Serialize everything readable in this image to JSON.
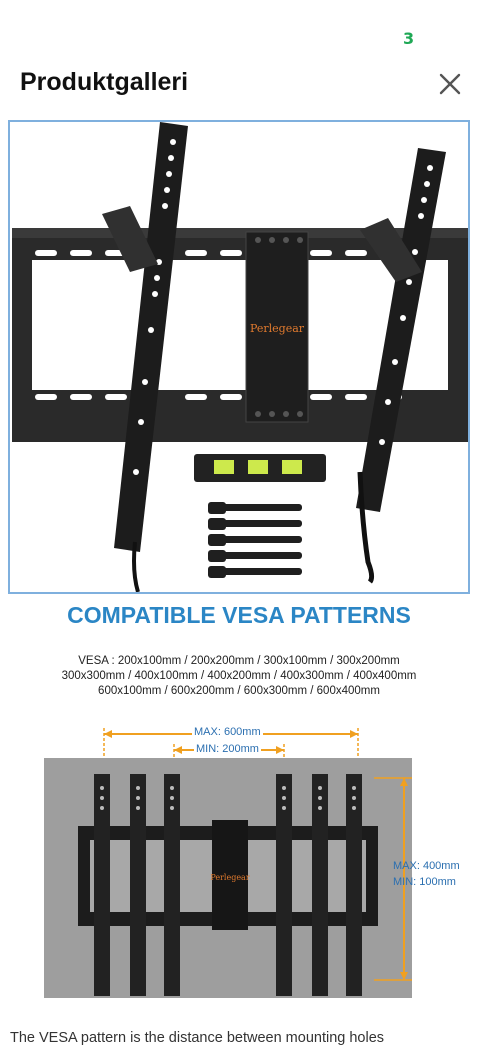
{
  "status": {
    "indicator": "3"
  },
  "header": {
    "title": "Produktgalleri",
    "close_icon": "close-icon"
  },
  "gallery": {
    "image1": {
      "brand": "Perlegear",
      "accessories": [
        "bubble-level",
        "cable-ties",
        "safety-strap"
      ]
    },
    "image2": {
      "title": "COMPATIBLE VESA PATTERNS",
      "vesa_lines": [
        "VESA : 200x100mm / 200x200mm / 300x100mm / 300x200mm",
        "300x300mm / 400x100mm / 400x200mm / 400x300mm / 400x400mm",
        "600x100mm / 600x200mm / 600x300mm / 600x400mm"
      ],
      "brand": "Perlegear",
      "max_width": "MAX: 600mm",
      "min_width": "MIN: 200mm",
      "max_height": "MAX: 400mm",
      "min_height": "MIN: 100mm"
    }
  },
  "caption": "The VESA pattern is the distance between mounting holes",
  "colors": {
    "accent_blue": "#2b86c5",
    "dimension_orange": "#f0a020",
    "selected_border": "#7fb0de"
  }
}
